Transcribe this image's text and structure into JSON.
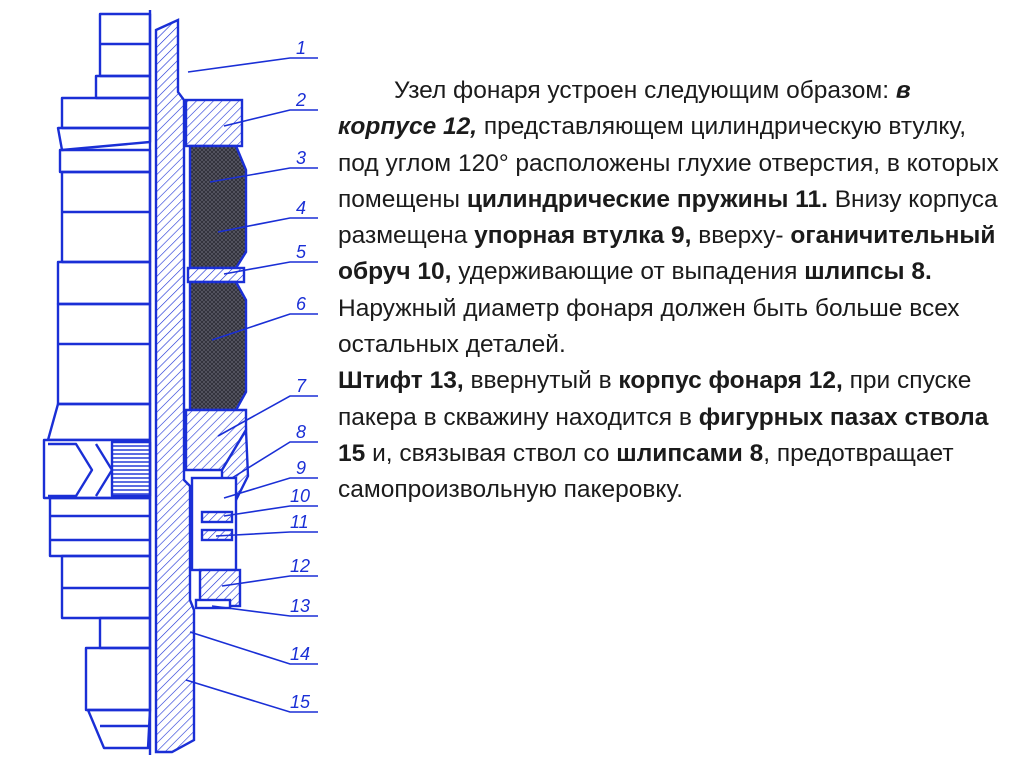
{
  "drawing": {
    "part_labels": [
      "1",
      "2",
      "3",
      "4",
      "5",
      "6",
      "7",
      "8",
      "9",
      "10",
      "11",
      "12",
      "13",
      "14",
      "15"
    ],
    "colors": {
      "line": "#1a2fd6",
      "hatch": "#1a2fd6",
      "fill": "#ffffff"
    }
  },
  "text": {
    "s01": "Узел фонаря устроен следующим образом: ",
    "s02": "в корпусе 12,",
    "s03": " представляющем цилиндрическую втулку, под углом 120° расположены глухие отверстия, в которых помещены ",
    "s04": "цилиндрические пружины 11.",
    "s05": " Внизу корпуса размещена ",
    "s06": "упорная втулка 9,",
    "s07": " вверху- ",
    "s08": "оганичительный обруч 10,",
    "s09": " удерживающие от выпадения ",
    "s10": "шлипсы 8.",
    "s11": " Наружный диаметр фонаря должен быть больше всех остальных деталей.",
    "s12": "Штифт 13,",
    "s13": " ввернутый в ",
    "s14": "корпус фонаря 12,",
    "s15": " при спуске пакера в скважину находится в ",
    "s16": "фигурных пазах ствола 15",
    "s17": " и, связывая ствол со ",
    "s18": "шлипсами 8",
    "s19": ", предотвращает самопроизвольную пакеровку."
  }
}
